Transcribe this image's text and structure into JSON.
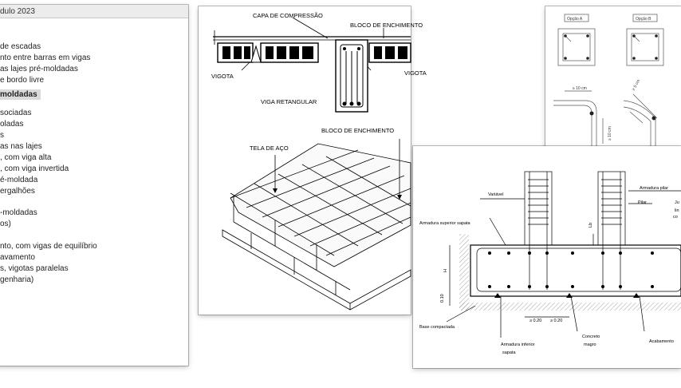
{
  "left_panel": {
    "title": "dulo 2023",
    "items": [
      {
        "label": "de escadas"
      },
      {
        "label": "nto entre barras em vigas"
      },
      {
        "label": "as lajes pré-moldadas"
      },
      {
        "label": "e bordo livre"
      },
      {
        "label": "moldadas",
        "active": true
      },
      {
        "label": ""
      },
      {
        "label": "sociadas"
      },
      {
        "label": "oladas"
      },
      {
        "label": "s"
      },
      {
        "label": "as nas lajes"
      },
      {
        "label": ", com viga alta"
      },
      {
        "label": ", com viga invertida"
      },
      {
        "label": "é-moldada"
      },
      {
        "label": "ergalhões"
      },
      {
        "label": ""
      },
      {
        "label": "-moldadas"
      },
      {
        "label": "os)"
      },
      {
        "label": ""
      },
      {
        "label": "nto, com vigas de equilíbrio"
      },
      {
        "label": "avamento"
      },
      {
        "label": "s, vigotas paralelas"
      },
      {
        "label": "genharia)"
      }
    ]
  },
  "slab_drawing": {
    "capa": "CAPA DE COMPRESSÃO",
    "bloco_top": "BLOCO DE ENCHIMENTO",
    "vigota_left": "VIGOTA",
    "vigota_right": "VIGOTA",
    "viga": "VIGA RETANGULAR",
    "bloco_mid": "BLOCO DE ENCHIMENTO",
    "tela": "TELA DE AÇO"
  },
  "detail_drawing": {
    "opcao_a": "Opção A",
    "opcao_b": "Opção B",
    "dim1": "≥ 10 cm",
    "dim2": "≥ 5 cm",
    "dim3": "≥ 10 cm"
  },
  "footing_drawing": {
    "variavel": "Variável",
    "armadura_pilar": "Armadura pilar",
    "pilar": "Pilar",
    "ju": "Ju",
    "lin": "lin",
    "co": "co",
    "lb": "Lb",
    "arm_sup": "Armadura superior sapata",
    "h": "H",
    "h010": "0.10",
    "d020a": "≥ 0.20",
    "d020b": "≥ 0.20",
    "base": "Base compactada",
    "concreto": "Concreto",
    "magro": "magro",
    "arm_inf": "Armadura inferior",
    "sapata": "sapata",
    "acabamento": "Acabamento"
  }
}
